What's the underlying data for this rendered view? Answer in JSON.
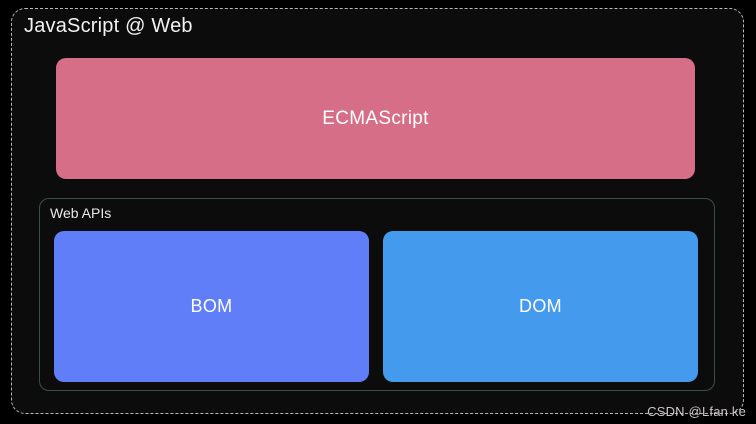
{
  "page": {
    "title": "JavaScript @ Web",
    "watermark": "CSDN @Lfan ke"
  },
  "diagram": {
    "ecmascript": {
      "label": "ECMAScript",
      "color": "#d56e86"
    },
    "web_apis": {
      "label": "Web APIs",
      "border_color": "#3b4f46",
      "children": [
        {
          "label": "BOM",
          "color": "#5f7ef8"
        },
        {
          "label": "DOM",
          "color": "#449aec"
        }
      ]
    }
  },
  "colors": {
    "background": "#000000",
    "card_background": "#0c0c0c",
    "frame_dashed_border": "#b9b9b9",
    "title_text": "#f2f2f2",
    "box_text": "#ffffff",
    "watermark_text": "#cbc5c5"
  }
}
